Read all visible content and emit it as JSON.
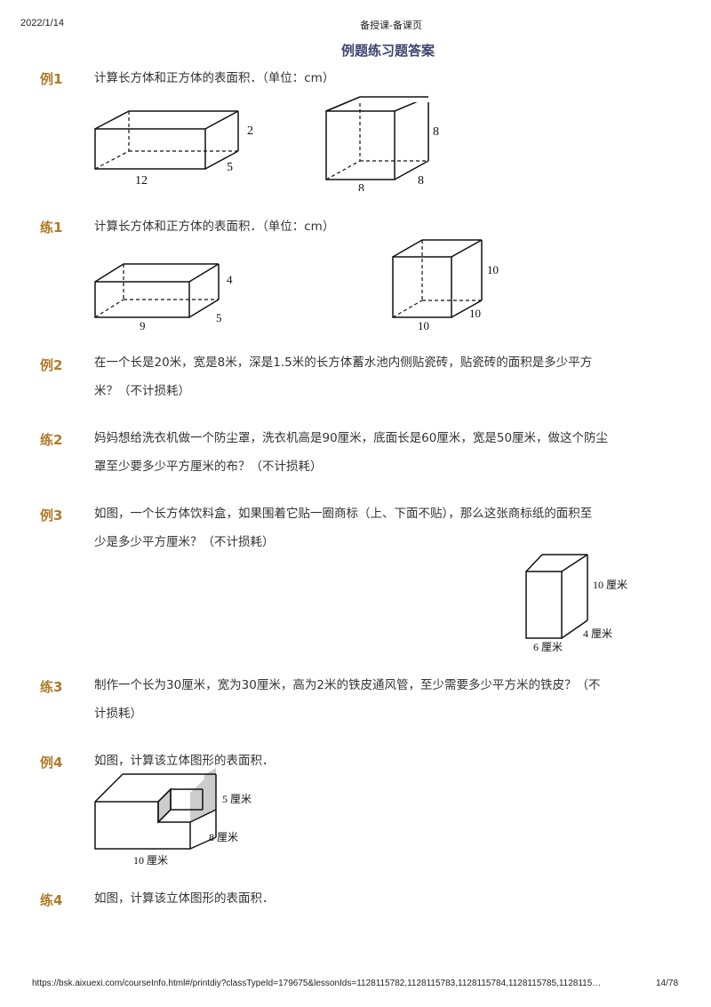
{
  "header": {
    "date": "2022/1/14",
    "center": "备授课-备课页"
  },
  "page_title": "例题练习题答案",
  "questions": [
    {
      "tag": "例1",
      "text": "计算长方体和正方体的表面积．（单位：cm）",
      "figure": {
        "cuboid": {
          "length": "12",
          "width": "5",
          "height": "2"
        },
        "cube": {
          "a": "8",
          "b": "8",
          "c": "8"
        }
      }
    },
    {
      "tag": "练1",
      "text": "计算长方体和正方体的表面积．（单位：cm）",
      "figure": {
        "cuboid": {
          "length": "9",
          "width": "5",
          "height": "4"
        },
        "cube": {
          "a": "10",
          "b": "10",
          "c": "10"
        }
      }
    },
    {
      "tag": "例2",
      "line1": "在一个长是20米，宽是8米，深是1.5米的长方体蓄水池内侧贴瓷砖，贴瓷砖的面积是多少平方",
      "line2": "米？（不计损耗）"
    },
    {
      "tag": "练2",
      "line1": "妈妈想给洗衣机做一个防尘罩，洗衣机高是90厘米，底面长是60厘米，宽是50厘米，做这个防尘",
      "line2": "罩至少要多少平方厘米的布？（不计损耗）"
    },
    {
      "tag": "例3",
      "line1": "如图，一个长方体饮料盒，如果围着它贴一圈商标（上、下面不贴），那么这张商标纸的面积至",
      "line2": "少是多少平方厘米？（不计损耗）",
      "figure": {
        "height": "10 厘米",
        "width": "4 厘米",
        "length": "6 厘米"
      }
    },
    {
      "tag": "练3",
      "line1": "制作一个长为30厘米，宽为30厘米，高为2米的铁皮通风管，至少需要多少平方米的铁皮？（不",
      "line2": "计损耗）"
    },
    {
      "tag": "例4",
      "text": "如图，计算该立体图形的表面积．",
      "figure": {
        "height": "5 厘米",
        "width": "8 厘米",
        "length": "10 厘米"
      }
    },
    {
      "tag": "练4",
      "text": "如图，计算该立体图形的表面积．"
    }
  ],
  "footer": {
    "url": "https://bsk.aixuexi.com/courseInfo.html#/printdiy?classTypeId=179675&lessonIds=1128115782,1128115783,1128115784,1128115785,1128115…",
    "page": "14/78"
  }
}
